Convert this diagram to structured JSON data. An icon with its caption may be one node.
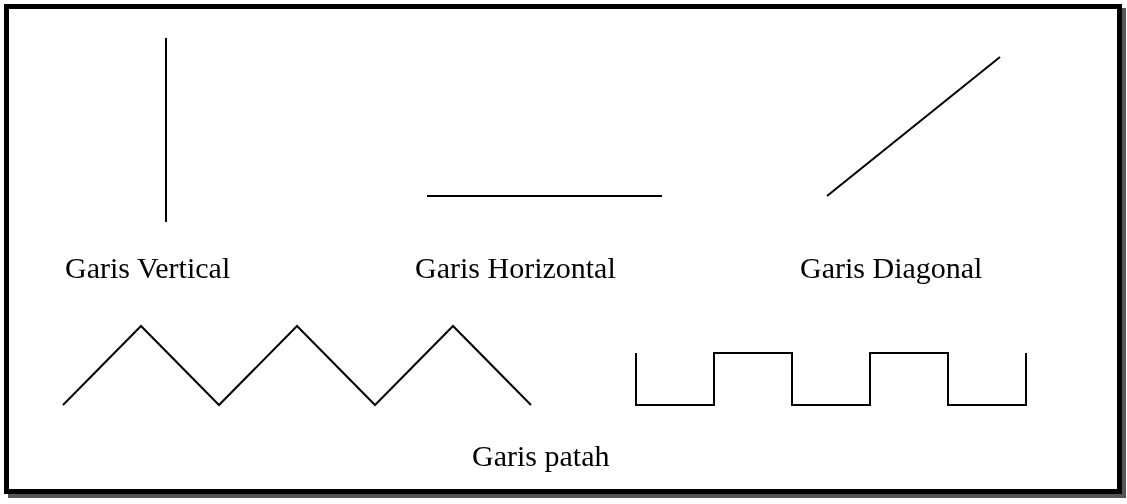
{
  "diagram": {
    "labels": [
      "Garis Vertical",
      "Garis Horizontal",
      "Garis Diagonal",
      "Garis patah"
    ]
  }
}
